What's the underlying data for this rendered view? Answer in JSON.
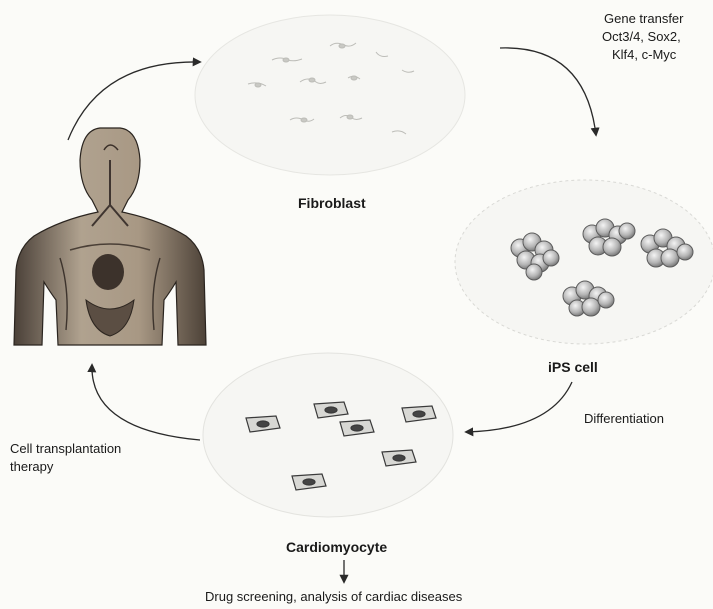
{
  "labels": {
    "gene_transfer": "Gene transfer",
    "factors_line1": "Oct3/4, Sox2,",
    "factors_line2": "Klf4, c-Myc",
    "fibroblast": "Fibroblast",
    "ips_cell": "iPS cell",
    "differentiation": "Differentiation",
    "cell_transplantation_line1": "Cell transplantation",
    "cell_transplantation_line2": "therapy",
    "cardiomyocyte": "Cardiomyocyte",
    "drug_screening": "Drug screening, analysis of cardiac diseases"
  },
  "icons": {
    "human_torso": "human-torso-anatomy-icon",
    "fibroblast_dish": "fibroblast-cells-icon",
    "ips_colonies": "ips-cell-colonies-icon",
    "cardiomyocyte_dish": "cardiomyocyte-cells-icon"
  }
}
